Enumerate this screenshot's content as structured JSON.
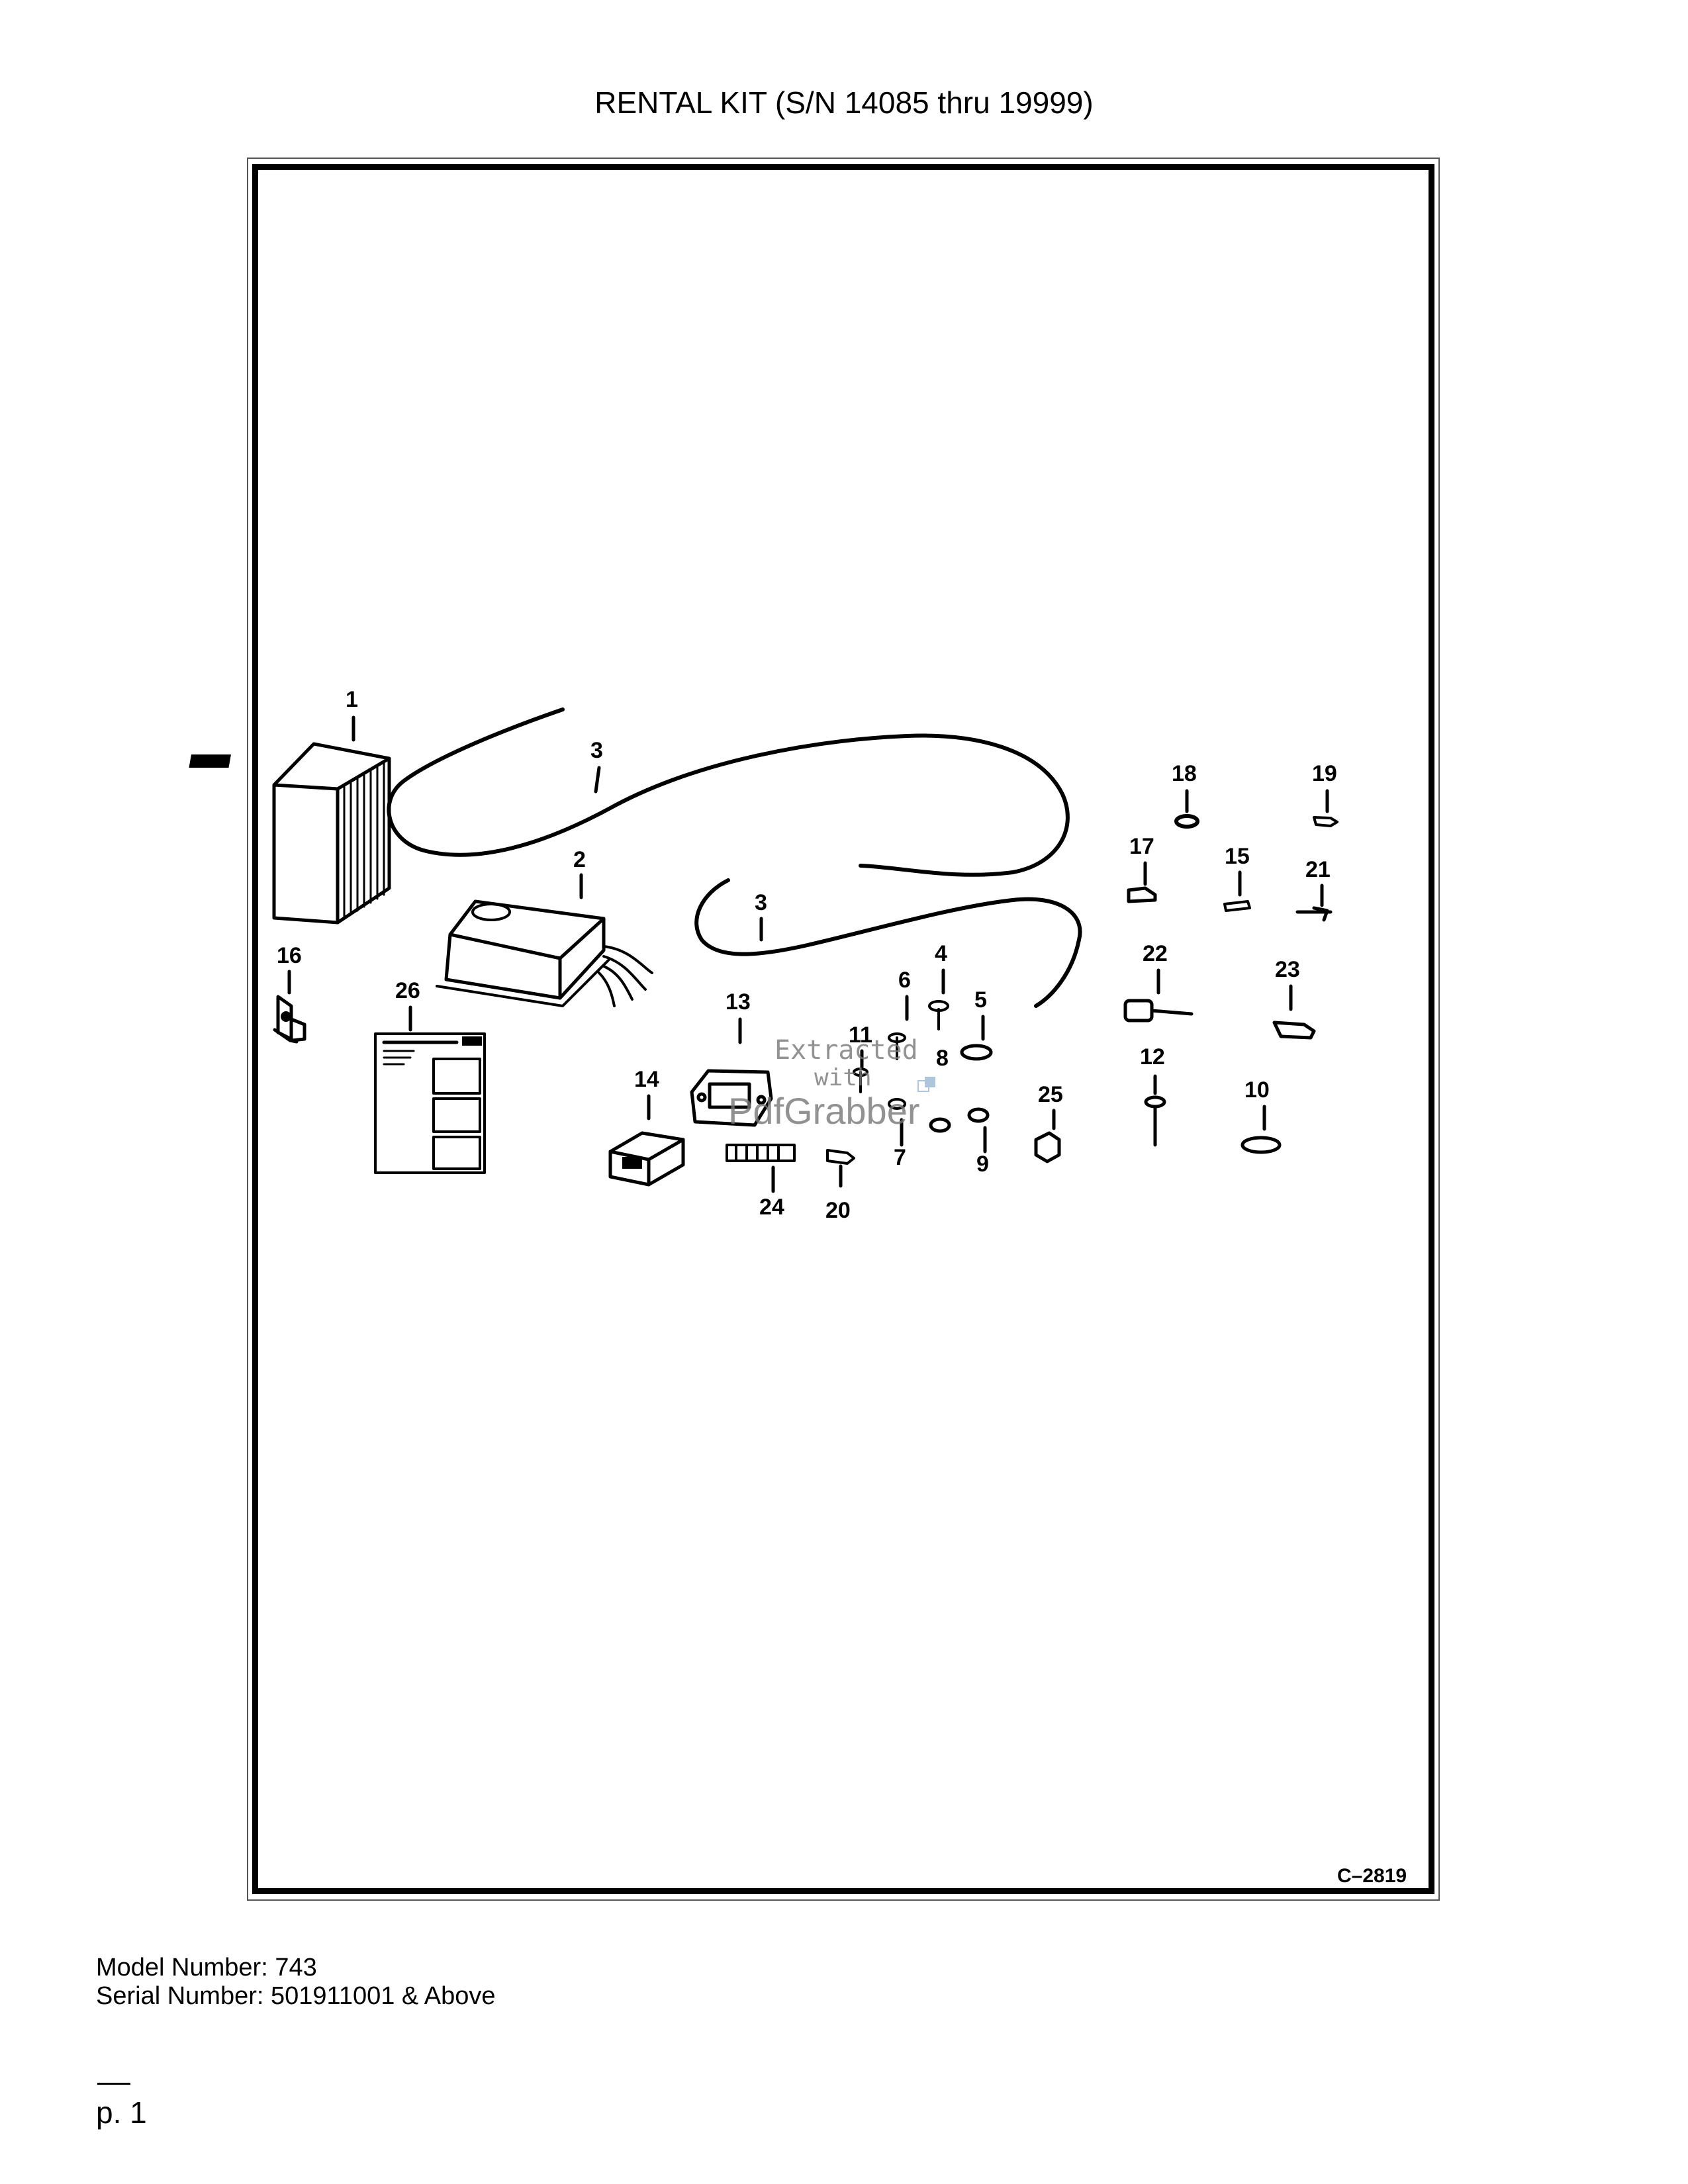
{
  "page": {
    "title": "RENTAL KIT (S/N 14085 thru 19999)",
    "figure_code": "C–2819",
    "model_number": "Model Number: 743",
    "serial_number": "Serial Number: 501911001 & Above",
    "page_number": "p. 1"
  },
  "watermark": {
    "line1": "Extracted",
    "line2": "with",
    "line3": "PdfGrabber"
  },
  "callouts": [
    "1",
    "2",
    "3",
    "3",
    "4",
    "5",
    "6",
    "7",
    "8",
    "9",
    "10",
    "11",
    "12",
    "13",
    "14",
    "15",
    "16",
    "17",
    "18",
    "19",
    "20",
    "21",
    "22",
    "23",
    "24",
    "25",
    "26"
  ]
}
